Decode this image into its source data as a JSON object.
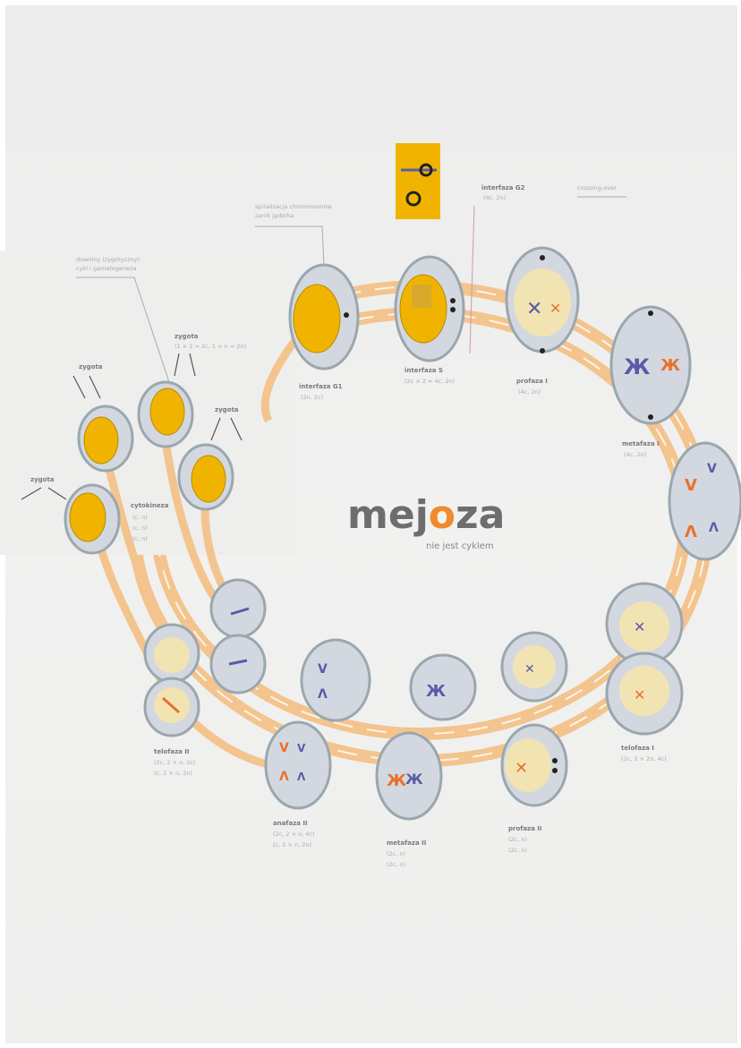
{
  "title": {
    "before": "mej",
    "accent": "o",
    "after": "za",
    "subtitle": "nie jest cyklem"
  },
  "colors": {
    "band": "#f3c48e",
    "cell": "#d3d8e0",
    "cell_border": "#9aa7ae",
    "nucleus": "#f0b400",
    "nucleus_pale": "#f2e4b2",
    "chrom_blue": "#5b5aa8",
    "chrom_orange": "#e8702a",
    "title_accent": "#f08a2a"
  },
  "notes": {
    "top_left": [
      "spiralizacja chromosomów",
      "zanik jąderka"
    ],
    "left": [
      "dowolny (zygotyczny)",
      "cykl i gametogeneza"
    ],
    "interphase_g2": [
      "interfaza G2",
      "(4c, 2n)"
    ],
    "crossing_over": "crossing-over"
  },
  "stages": [
    {
      "name": "interfaza G1",
      "formula": "(2n, 2c)"
    },
    {
      "name": "interfaza S",
      "formula": "(2c × 2 = 4c, 2n)"
    },
    {
      "name": "profaza I",
      "formula": "(4c, 2n)"
    },
    {
      "name": "metafaza I",
      "formula": "(4c, 2n)"
    },
    {
      "name": "telofaza I",
      "formula": "(2c, 2 × 2n, 4c)"
    },
    {
      "name": "profaza II",
      "formula": "(2c, n)",
      "formula2": "(2c, n)"
    },
    {
      "name": "metafaza II",
      "formula": "(2c, n)",
      "formula2": "(2c, n)"
    },
    {
      "name": "anafaza II",
      "formula": "(2c, 2 × n, 4c)",
      "formula2": "(c, 2 × n, 2n)"
    },
    {
      "name": "telofaza II",
      "formula": "(2c, 2 × n, 2c)",
      "formula2": "(c, 2 × n, 2n)"
    }
  ],
  "cytokinesis": {
    "name": "cytokineza",
    "lines": [
      "(c, n)",
      "(c, n)",
      "(c, n)"
    ]
  },
  "zygotes": [
    {
      "name": "zygota",
      "formula": "(1 × 2 = 2c, 1 × n = 2n)"
    },
    {
      "name": "zygota"
    },
    {
      "name": "zygota"
    },
    {
      "name": "zygota"
    }
  ]
}
